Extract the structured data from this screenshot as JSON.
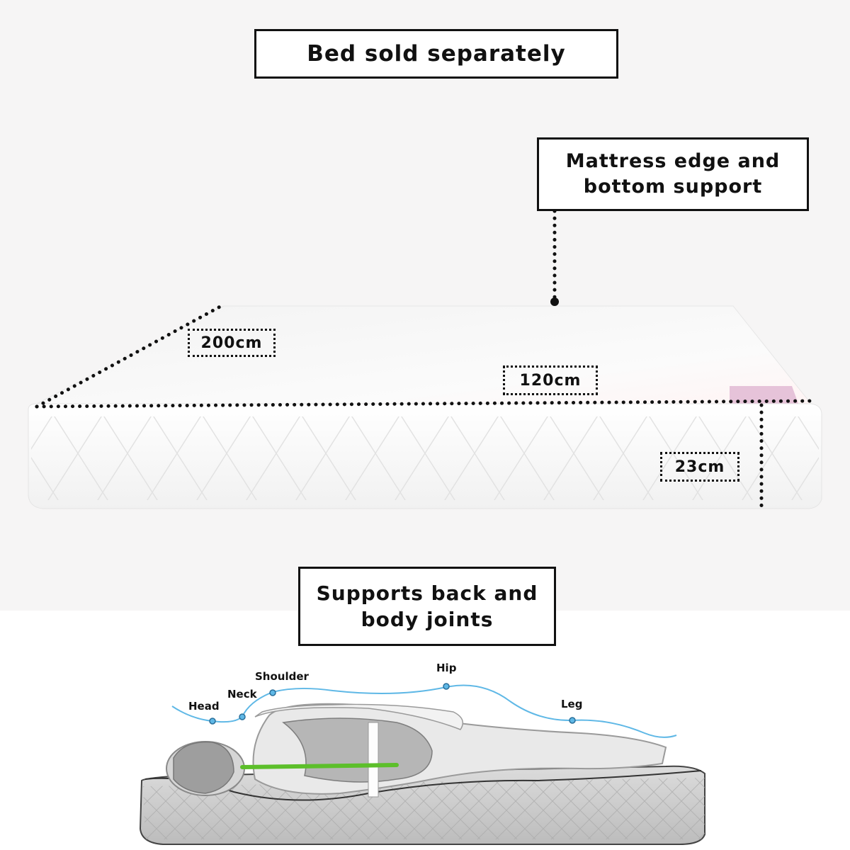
{
  "notice": {
    "text": "Bed sold separately"
  },
  "edge_support": {
    "line1": "Mattress edge and",
    "line2": "bottom support"
  },
  "dimensions": {
    "length": "200cm",
    "width": "120cm",
    "height": "23cm"
  },
  "support_caption": {
    "line1": "Supports back and",
    "line2": "body joints"
  },
  "body_points": {
    "head": "Head",
    "neck": "Neck",
    "shoulder": "Shoulder",
    "hip": "Hip",
    "leg": "Leg"
  },
  "colors": {
    "support_curve": "#5fb8e6",
    "spine_line": "#5cbf2a",
    "dots": "#111111"
  }
}
